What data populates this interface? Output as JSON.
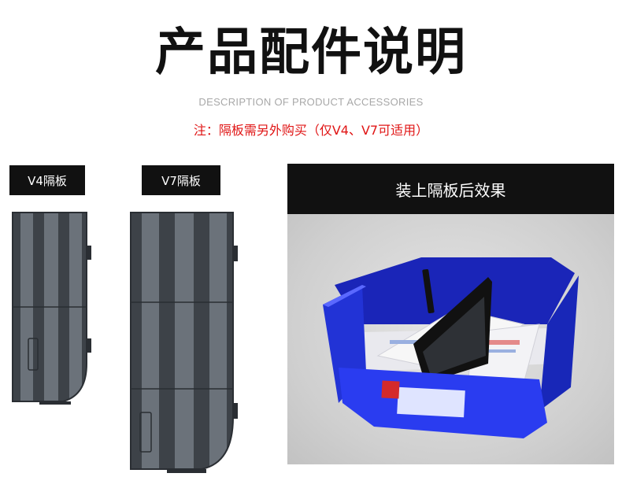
{
  "heading": {
    "title": "产品配件说明",
    "subtitle": "DESCRIPTION OF PRODUCT ACCESSORIES",
    "note": "注：隔板需另外购买（仅V4、V7可适用）"
  },
  "products": [
    {
      "label": "V4隔板"
    },
    {
      "label": "V7隔板"
    }
  ],
  "effect_panel": {
    "header": "装上隔板后效果"
  },
  "colors": {
    "divider_dark": "#3d4248",
    "divider_light": "#6b727a",
    "bin_blue": "#1f2fd8",
    "note_red": "#e01515"
  }
}
